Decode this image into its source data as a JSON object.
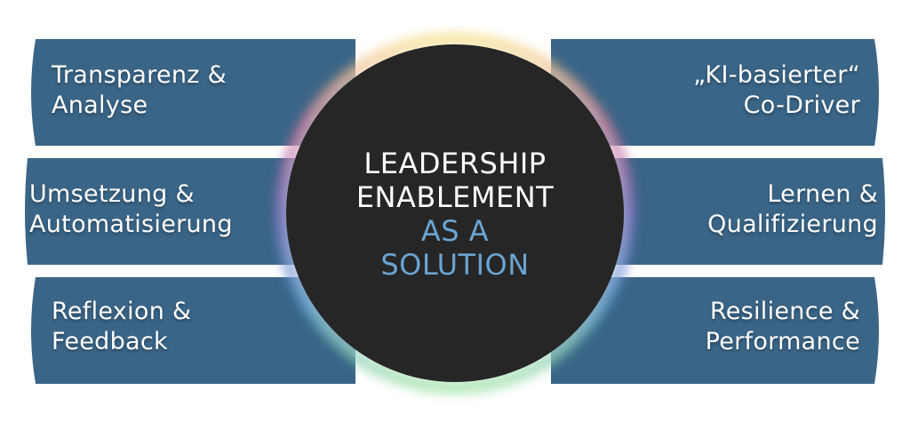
{
  "title": {
    "line1": "LEADERSHIP",
    "line2": "ENABLEMENT",
    "line3": "AS A",
    "line4": "SOLUTION"
  },
  "left_items": [
    {
      "line1": "Transparenz &",
      "line2": "Analyse"
    },
    {
      "line1": "Umsetzung &",
      "line2": "Automatisierung"
    },
    {
      "line1": "Reflexion &",
      "line2": "Feedback"
    }
  ],
  "right_items": [
    {
      "line1": "„KI-basierter“",
      "line2": "Co-Driver"
    },
    {
      "line1": "Lernen &",
      "line2": "Qualifizierung"
    },
    {
      "line1": "Resilience &",
      "line2": "Performance"
    }
  ],
  "colors": {
    "band": "#3a6587",
    "circle": "#262626",
    "title_primary": "#ffffff",
    "title_accent": "#6aa4d2"
  }
}
